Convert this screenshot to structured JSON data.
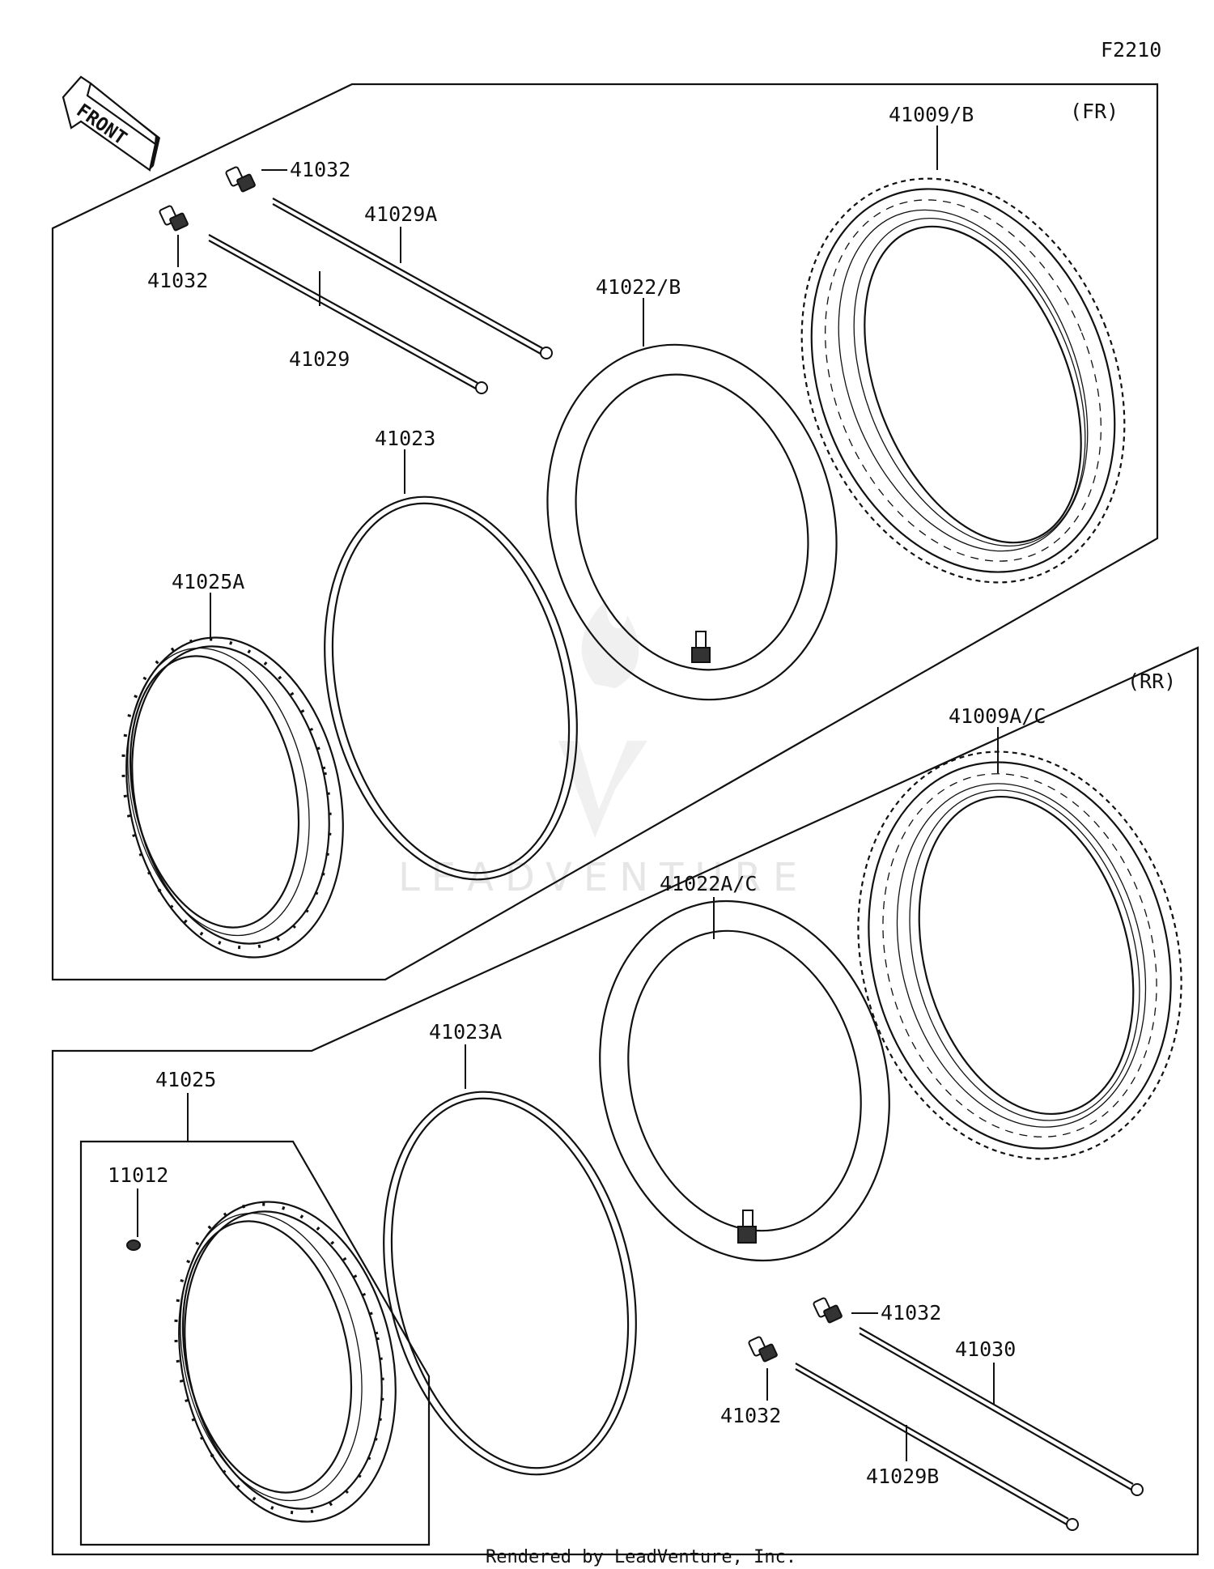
{
  "diagram_code": "F2210",
  "orientation_label": "FRONT",
  "sections": [
    {
      "id": "front",
      "label": "(FR)"
    },
    {
      "id": "rear",
      "label": "(RR)"
    }
  ],
  "parts": {
    "front": {
      "tire": "41009/B",
      "tube": "41022/B",
      "rim_band": "41023",
      "rim": "41025A",
      "spoke_long": "41029A",
      "spoke_short": "41029",
      "nipple_a": "41032",
      "nipple_b": "41032"
    },
    "rear": {
      "tire": "41009A/C",
      "tube": "41022A/C",
      "rim_band": "41023A",
      "rim_assembly": "41025",
      "air_valve": "11012",
      "spoke_long": "41030",
      "spoke_short": "41029B",
      "nipple_a": "41032",
      "nipple_b": "41032"
    }
  },
  "watermark": "LEADVENTURE",
  "footer": "Rendered by LeadVenture, Inc."
}
